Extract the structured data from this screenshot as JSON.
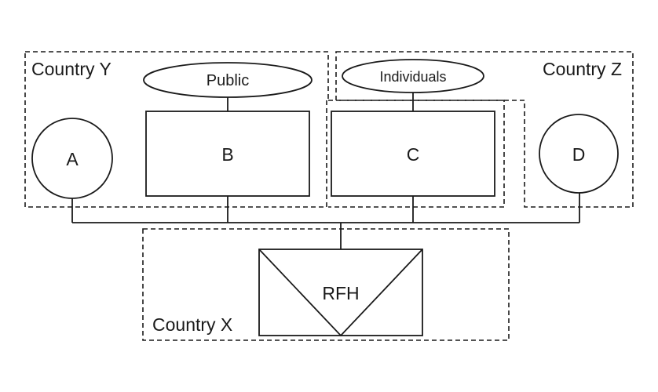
{
  "diagram": {
    "regions": {
      "country_y": "Country Y",
      "country_z": "Country Z",
      "country_x": "Country X"
    },
    "nodes": {
      "a": "A",
      "b": "B",
      "c": "C",
      "d": "D",
      "rfh": "RFH"
    },
    "owners": {
      "public": "Public",
      "individuals": "Individuals"
    }
  }
}
